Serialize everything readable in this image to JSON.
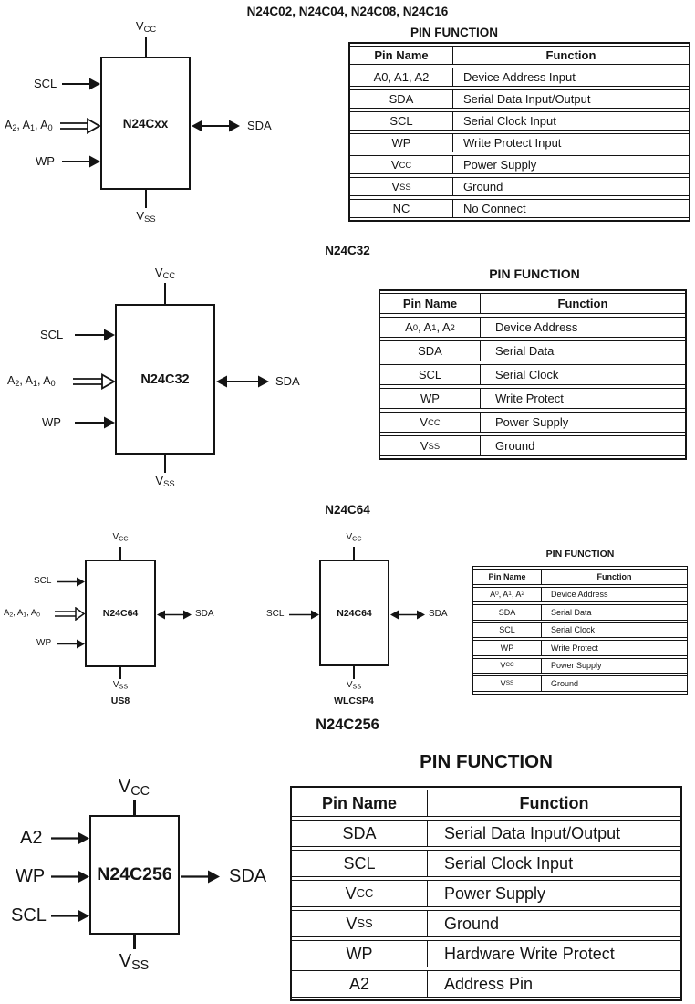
{
  "s1": {
    "title": "N24C02, N24C04, N24C08, N24C16",
    "chip": "N24Cxx",
    "pins": {
      "vcc": [
        {
          "t": "V"
        },
        {
          "s": "CC"
        }
      ],
      "vss": [
        {
          "t": "V"
        },
        {
          "s": "SS"
        }
      ],
      "scl": "SCL",
      "wp": "WP",
      "sda": "SDA",
      "abus": [
        {
          "t": "A"
        },
        {
          "s": "2"
        },
        {
          "t": ", A"
        },
        {
          "s": "1"
        },
        {
          "t": ", A"
        },
        {
          "s": "0"
        }
      ]
    },
    "table": {
      "heading": "PIN FUNCTION",
      "columns": [
        "Pin Name",
        "Function"
      ],
      "rows": [
        {
          "pin": [
            {
              "t": "A0, A1, A2"
            }
          ],
          "fn": "Device Address Input"
        },
        {
          "pin": [
            {
              "t": "SDA"
            }
          ],
          "fn": "Serial Data Input/Output"
        },
        {
          "pin": [
            {
              "t": "SCL"
            }
          ],
          "fn": "Serial Clock Input"
        },
        {
          "pin": [
            {
              "t": "WP"
            }
          ],
          "fn": "Write Protect Input"
        },
        {
          "pin": [
            {
              "t": "V"
            },
            {
              "s": "CC"
            }
          ],
          "fn": "Power Supply"
        },
        {
          "pin": [
            {
              "t": "V"
            },
            {
              "s": "SS"
            }
          ],
          "fn": "Ground"
        },
        {
          "pin": [
            {
              "t": "NC"
            }
          ],
          "fn": "No Connect"
        }
      ]
    }
  },
  "s2": {
    "title": "N24C32",
    "chip": "N24C32",
    "pins": {
      "vcc": [
        {
          "t": "V"
        },
        {
          "s": "CC"
        }
      ],
      "vss": [
        {
          "t": "V"
        },
        {
          "s": "SS"
        }
      ],
      "scl": "SCL",
      "wp": "WP",
      "sda": "SDA",
      "abus": [
        {
          "t": "A"
        },
        {
          "s": "2"
        },
        {
          "t": ", A"
        },
        {
          "s": "1"
        },
        {
          "t": ", A"
        },
        {
          "s": "0"
        }
      ]
    },
    "table": {
      "heading": "PIN FUNCTION",
      "columns": [
        "Pin Name",
        "Function"
      ],
      "rows": [
        {
          "pin": [
            {
              "t": "A"
            },
            {
              "s": "0"
            },
            {
              "t": ", A"
            },
            {
              "s": "1"
            },
            {
              "t": ", A"
            },
            {
              "s": "2"
            }
          ],
          "fn": "Device Address"
        },
        {
          "pin": [
            {
              "t": "SDA"
            }
          ],
          "fn": "Serial Data"
        },
        {
          "pin": [
            {
              "t": "SCL"
            }
          ],
          "fn": "Serial Clock"
        },
        {
          "pin": [
            {
              "t": "WP"
            }
          ],
          "fn": "Write Protect"
        },
        {
          "pin": [
            {
              "t": "V"
            },
            {
              "s": "CC"
            }
          ],
          "fn": "Power Supply"
        },
        {
          "pin": [
            {
              "t": "V"
            },
            {
              "s": "SS"
            }
          ],
          "fn": "Ground"
        }
      ]
    }
  },
  "s3": {
    "title": "N24C64",
    "us8": {
      "chip": "N24C64",
      "package": "US8",
      "pins": {
        "vcc": [
          {
            "t": "V"
          },
          {
            "s": "CC"
          }
        ],
        "vss": [
          {
            "t": "V"
          },
          {
            "s": "SS"
          }
        ],
        "scl": "SCL",
        "wp": "WP",
        "sda": "SDA",
        "abus": [
          {
            "t": "A"
          },
          {
            "s": "2"
          },
          {
            "t": ", A"
          },
          {
            "s": "1"
          },
          {
            "t": ", A"
          },
          {
            "s": "0"
          }
        ]
      }
    },
    "wlcsp": {
      "chip": "N24C64",
      "package": "WLCSP4",
      "pins": {
        "vcc": [
          {
            "t": "V"
          },
          {
            "s": "CC"
          }
        ],
        "vss": [
          {
            "t": "V"
          },
          {
            "s": "SS"
          }
        ],
        "scl": "SCL",
        "sda": "SDA"
      }
    },
    "table": {
      "heading": "PIN FUNCTION",
      "columns": [
        "Pin Name",
        "Function"
      ],
      "rows": [
        {
          "pin": [
            {
              "t": "A"
            },
            {
              "s": "0"
            },
            {
              "t": ", A"
            },
            {
              "s": "1"
            },
            {
              "t": ", A"
            },
            {
              "s": "2"
            }
          ],
          "fn": "Device Address"
        },
        {
          "pin": [
            {
              "t": "SDA"
            }
          ],
          "fn": "Serial Data"
        },
        {
          "pin": [
            {
              "t": "SCL"
            }
          ],
          "fn": "Serial Clock"
        },
        {
          "pin": [
            {
              "t": "WP"
            }
          ],
          "fn": "Write Protect"
        },
        {
          "pin": [
            {
              "t": "V"
            },
            {
              "s": "CC"
            }
          ],
          "fn": "Power Supply"
        },
        {
          "pin": [
            {
              "t": "V"
            },
            {
              "s": "SS"
            }
          ],
          "fn": "Ground"
        }
      ]
    }
  },
  "s4": {
    "title": "N24C256",
    "chip": "N24C256",
    "pins": {
      "vcc": [
        {
          "t": "V"
        },
        {
          "s": "CC"
        }
      ],
      "vss": [
        {
          "t": "V"
        },
        {
          "s": "SS"
        }
      ],
      "a2": "A2",
      "wp": "WP",
      "scl": "SCL",
      "sda": "SDA"
    },
    "table": {
      "heading": "PIN FUNCTION",
      "columns": [
        "Pin Name",
        "Function"
      ],
      "rows": [
        {
          "pin": [
            {
              "t": "SDA"
            }
          ],
          "fn": "Serial Data Input/Output"
        },
        {
          "pin": [
            {
              "t": "SCL"
            }
          ],
          "fn": "Serial Clock Input"
        },
        {
          "pin": [
            {
              "t": "V"
            },
            {
              "s": "CC"
            }
          ],
          "fn": "Power Supply"
        },
        {
          "pin": [
            {
              "t": "V"
            },
            {
              "s": "SS"
            }
          ],
          "fn": "Ground"
        },
        {
          "pin": [
            {
              "t": "WP"
            }
          ],
          "fn": "Hardware Write Protect"
        },
        {
          "pin": [
            {
              "t": "A2"
            }
          ],
          "fn": "Address Pin"
        }
      ]
    }
  },
  "colors": {
    "ink": "#141414",
    "background": "#ffffff"
  }
}
